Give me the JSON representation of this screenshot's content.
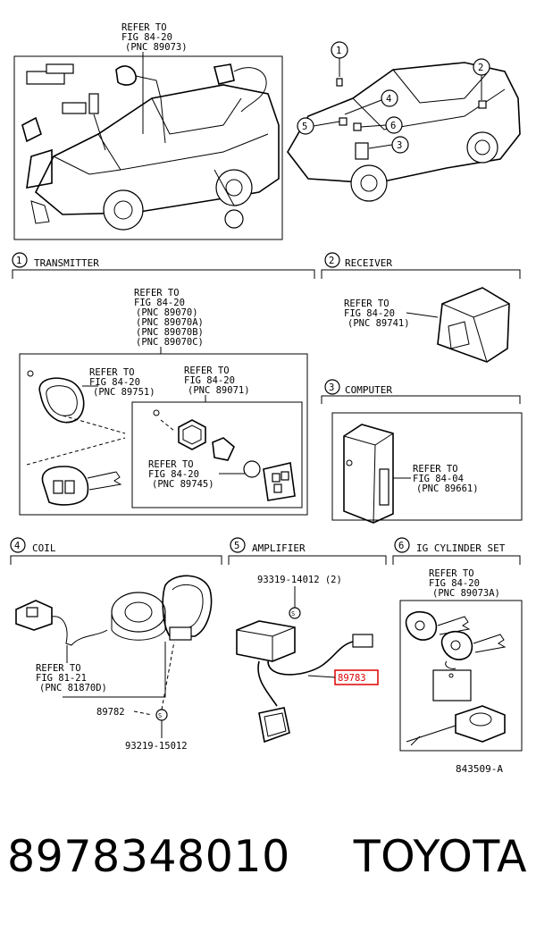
{
  "top": {
    "refer": [
      "REFER TO",
      "FIG 84-20",
      "(PNC 89073)"
    ],
    "callouts": [
      "1",
      "2",
      "3",
      "4",
      "5",
      "6"
    ]
  },
  "sections": {
    "transmitter": {
      "num": "1",
      "title": "TRANSMITTER",
      "refer_main": [
        "REFER TO",
        "FIG 84-20",
        "(PNC 89070)",
        "(PNC 89070A)",
        "(PNC 89070B)",
        "(PNC 89070C)"
      ],
      "refer_a": [
        "REFER TO",
        "FIG 84-20",
        "(PNC 89751)"
      ],
      "refer_b": [
        "REFER TO",
        "FIG 84-20",
        "(PNC 89071)"
      ],
      "refer_c": [
        "REFER TO",
        "FIG 84-20",
        "(PNC 89745)"
      ]
    },
    "receiver": {
      "num": "2",
      "title": "RECEIVER",
      "refer": [
        "REFER TO",
        "FIG 84-20",
        "(PNC 89741)"
      ]
    },
    "computer": {
      "num": "3",
      "title": "COMPUTER",
      "refer": [
        "REFER TO",
        "FIG 84-04",
        "(PNC 89661)"
      ]
    },
    "coil": {
      "num": "4",
      "title": "COIL",
      "refer": [
        "REFER TO",
        "FIG 81-21",
        "(PNC 81870D)"
      ],
      "part": "89782",
      "screw": "93219-15012"
    },
    "amplifier": {
      "num": "5",
      "title": "AMPLIFIER",
      "screw": "93319-14012 (2)",
      "part": "89783",
      "highlight_color": "#e00000"
    },
    "cylinder": {
      "num": "6",
      "title": "IG CYLINDER SET",
      "refer": [
        "REFER TO",
        "FIG 84-20",
        "(PNC 89073A)"
      ]
    }
  },
  "illustration_id": "843509-A",
  "footer": {
    "part_number": "8978348010",
    "brand": "TOYOTA"
  }
}
